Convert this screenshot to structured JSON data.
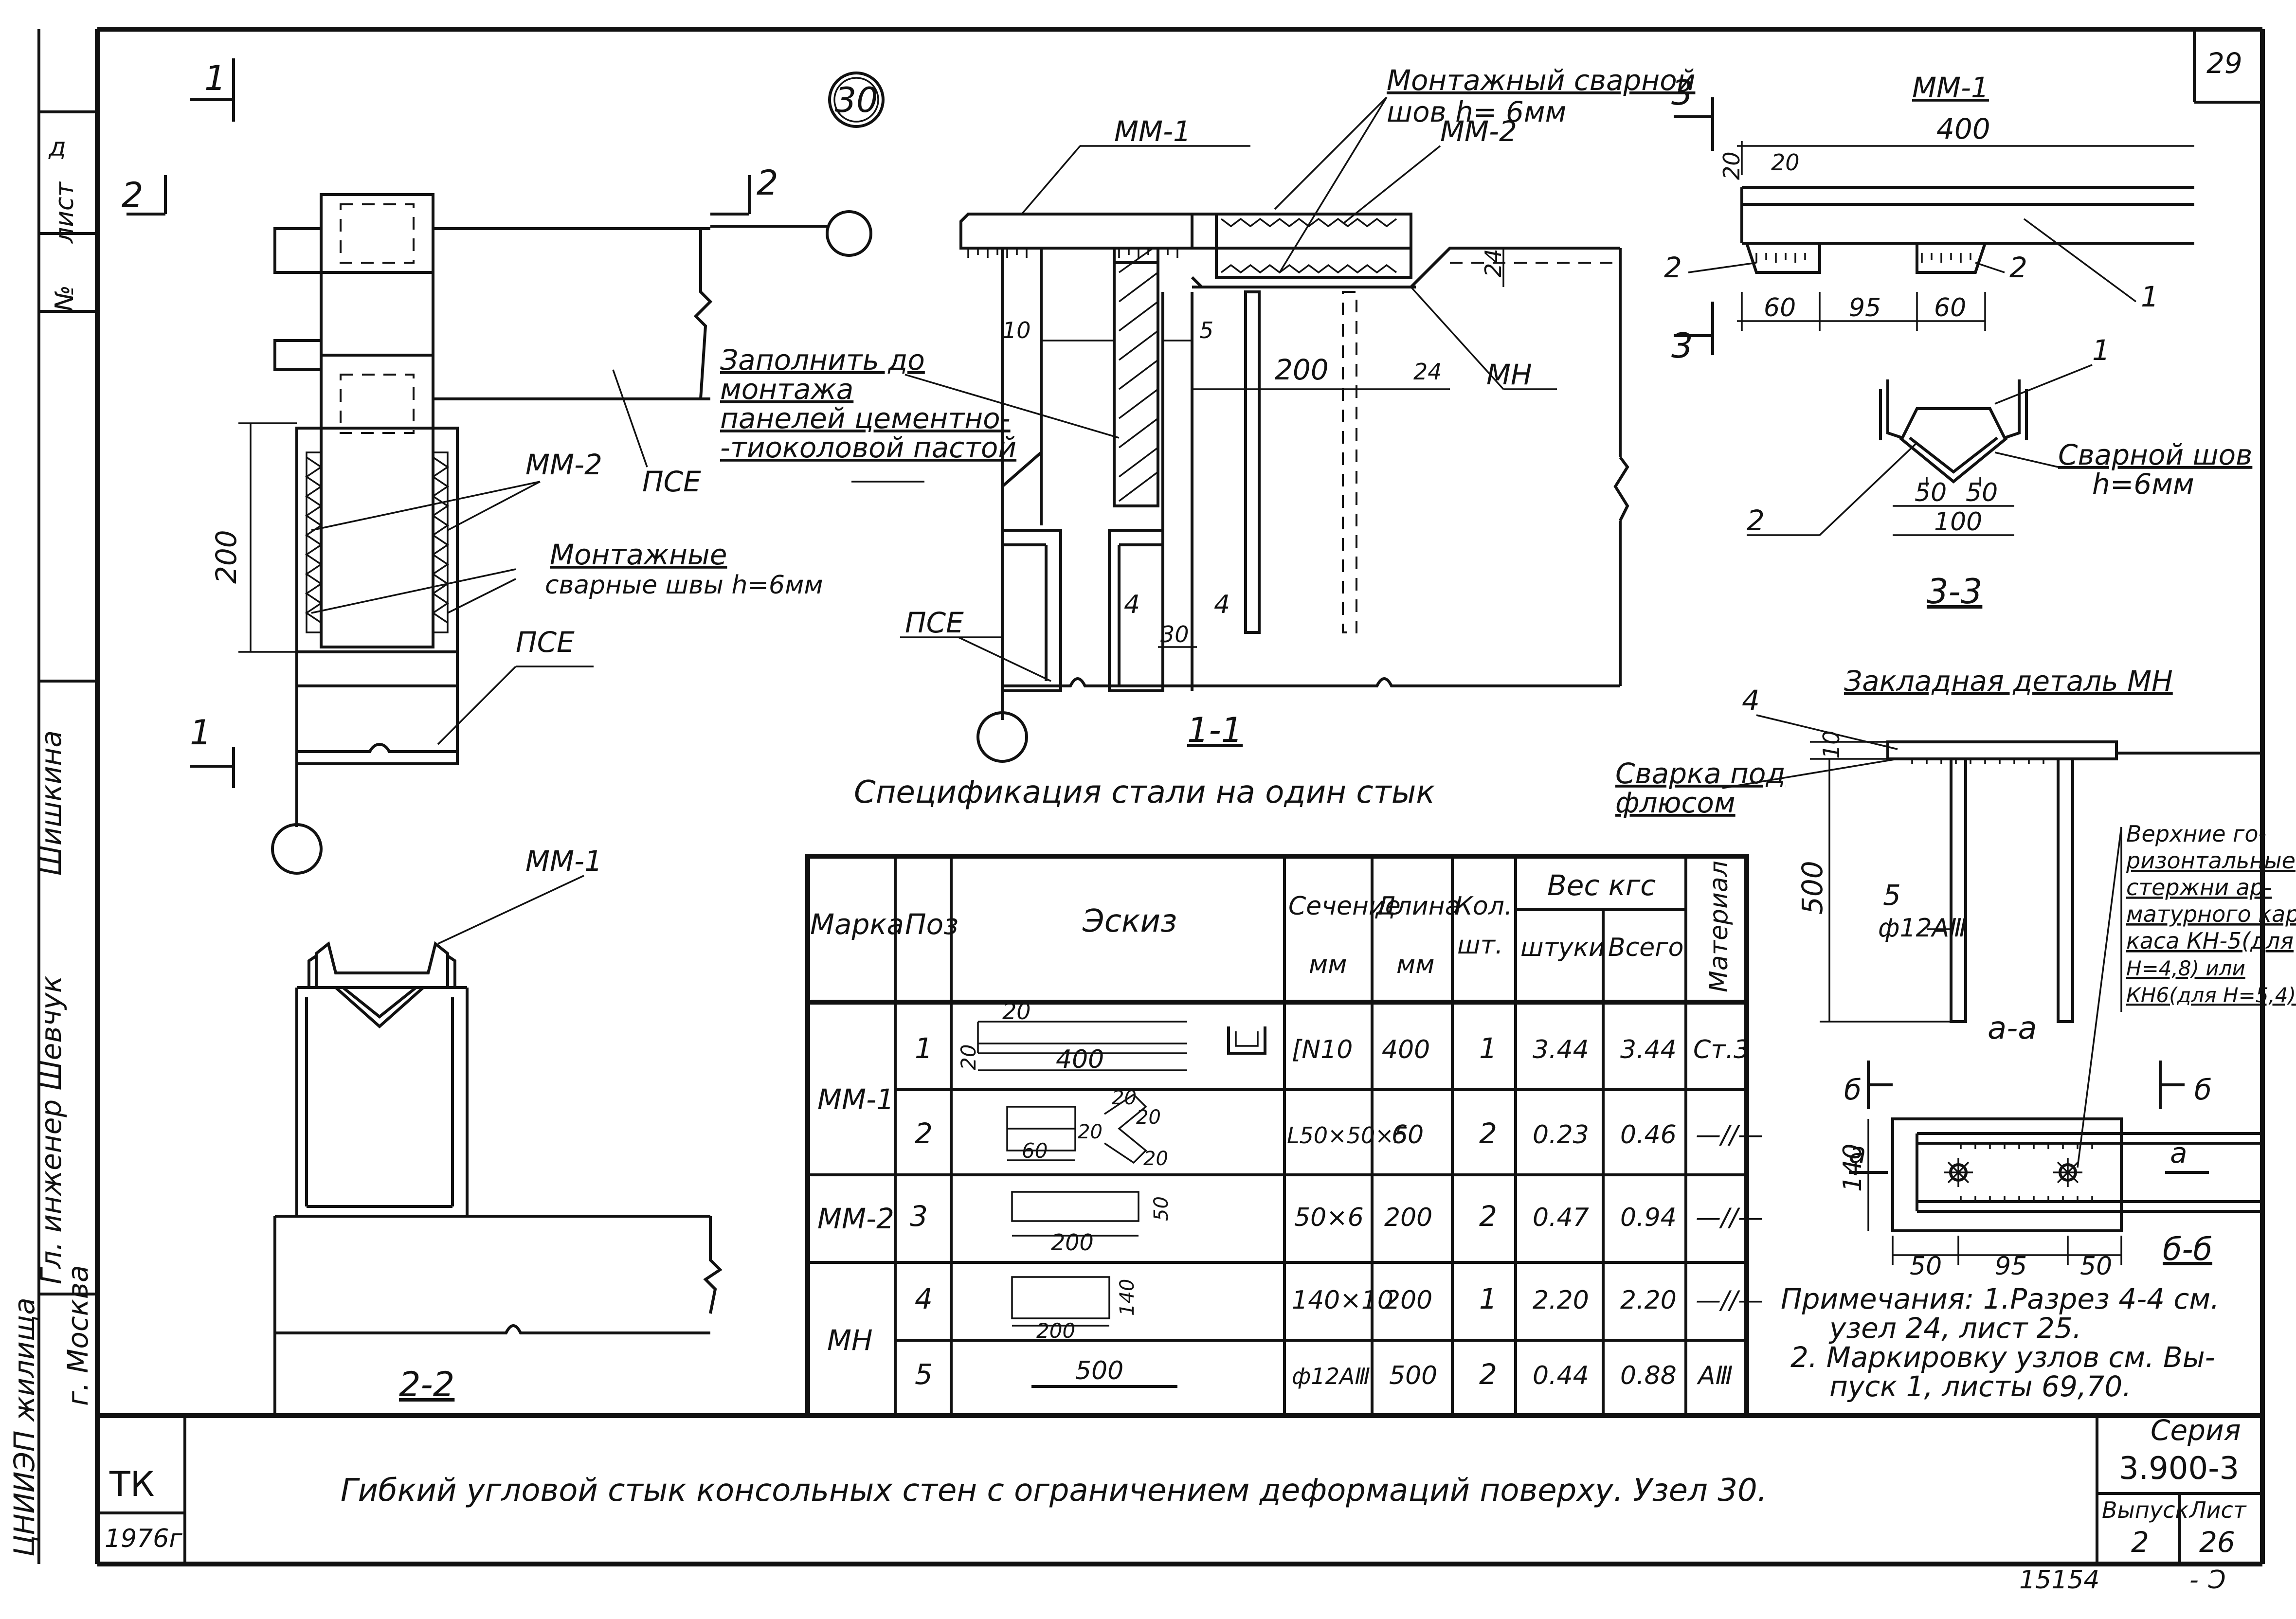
{
  "sheet": {
    "node_number": "30",
    "sheet_number": "29",
    "stamp_page": "15154",
    "stamp_corner": "- Ɔ"
  },
  "side_margin": {
    "label_list": "лист",
    "label_no": "№",
    "label_d": "д",
    "engineer_line": "Гл. инженер Шевчук",
    "signatures": "Шишкина",
    "institute": "ЦНИИЭП жилища",
    "city": "г. Москва"
  },
  "view_2_2": {
    "cut_1": "1",
    "cut_2": "2",
    "mark_mm2": "ММ-2",
    "welds_label_1": "Монтажные",
    "welds_label_2": "сварные швы h=6мм",
    "dim_200": "200",
    "panel_pse_1": "ПСЕ",
    "panel_pse_2": "ПСЕ"
  },
  "view_mm1_small": {
    "mark": "ММ-1",
    "caption": "2-2"
  },
  "section_1_1": {
    "mark_mm1": "ММ-1",
    "weld_note_1": "Монтажный сварной",
    "weld_note_2": "шов h= 6мм",
    "mark_mm2": "ММ-2",
    "cut_3": "3",
    "fill_note": [
      "Заполнить до",
      "монтажа",
      "панелей цементно-",
      "-тиоколовой пастой"
    ],
    "dim_10": "10",
    "dim_5": "5",
    "dim_200": "200",
    "dim_24a": "24",
    "dim_24b": "24",
    "mark_mn": "МН",
    "dim_4a": "4",
    "dim_4b": "4",
    "dim_30": "30",
    "panel_pse": "ПСЕ",
    "caption": "1-1"
  },
  "detail_mm1": {
    "title": "ММ-1",
    "dim_400": "400",
    "dim_20a": "20",
    "dim_20b": "20",
    "pos_2a": "2",
    "pos_2b": "2",
    "pos_1": "1",
    "dim_60a": "60",
    "dim_95": "95",
    "dim_60b": "60",
    "cut_3": "3"
  },
  "section_3_3": {
    "pos_1": "1",
    "pos_2": "2",
    "weld_1": "Сварной шов",
    "weld_2": "h=6мм",
    "dim_50a": "50",
    "dim_50b": "50",
    "dim_100": "100",
    "caption": "3-3"
  },
  "embedded_part": {
    "title": "Закладная деталь МН",
    "pos_4": "4",
    "dim_10": "10",
    "weld_flux_1": "Сварка под",
    "weld_flux_2": "флюсом",
    "dim_500": "500",
    "pos_5": "5",
    "rebar": "ф12АⅢ",
    "note": [
      "Верхние го-",
      "ризонтальные",
      "стержни ар-",
      "матурного кар-",
      "каса КН-5(для",
      "Н=4,8) или",
      "КН6(для Н=5,4)"
    ],
    "section_aa": "а-а",
    "cut_b": "б",
    "cut_a": "а",
    "dim_140": "140",
    "dim_50a": "50",
    "dim_95": "95",
    "dim_50b": "50",
    "section_bb": "б-б"
  },
  "spec": {
    "title": "Спецификация стали на один стык",
    "headers": {
      "mark": "Марка",
      "pos": "Поз",
      "sketch": "Эскиз",
      "section": "Сечение",
      "section_unit": "мм",
      "length": "Длина",
      "length_unit": "мм",
      "qty": "Кол.",
      "qty_unit": "шт.",
      "weight": "Вес кгс",
      "weight_piece": "штуки",
      "weight_total": "Всего",
      "material": "Материал"
    },
    "groups": [
      {
        "mark": "ММ-1",
        "rows": [
          {
            "pos": "1",
            "section": "[N10",
            "length": "400",
            "qty": "1",
            "w_piece": "3.44",
            "w_total": "3.44",
            "material": "Ст.3",
            "sketch": {
              "dims": [
                "20",
                "20",
                "400"
              ]
            }
          },
          {
            "pos": "2",
            "section": "L50×50×5",
            "length": "60",
            "qty": "2",
            "w_piece": "0.23",
            "w_total": "0.46",
            "material": "—//—",
            "sketch": {
              "dims": [
                "60",
                "20",
                "20",
                "20",
                "20"
              ]
            }
          }
        ]
      },
      {
        "mark": "ММ-2",
        "rows": [
          {
            "pos": "3",
            "section": "50×6",
            "length": "200",
            "qty": "2",
            "w_piece": "0.47",
            "w_total": "0.94",
            "material": "—//—",
            "sketch": {
              "dims": [
                "200",
                "50"
              ]
            }
          }
        ]
      },
      {
        "mark": "МН",
        "rows": [
          {
            "pos": "4",
            "section": "140×10",
            "length": "200",
            "qty": "1",
            "w_piece": "2.20",
            "w_total": "2.20",
            "material": "—//—",
            "sketch": {
              "dims": [
                "200",
                "140"
              ]
            }
          },
          {
            "pos": "5",
            "section": "ф12АⅢ",
            "length": "500",
            "qty": "2",
            "w_piece": "0.44",
            "w_total": "0.88",
            "material": "АⅢ",
            "sketch": {
              "dims": [
                "500"
              ]
            }
          }
        ]
      }
    ]
  },
  "notes": [
    "Примечания: 1.Разрез 4-4 см.",
    "узел 24, лист 25.",
    "2. Маркировку узлов см. Вы-",
    "пуск 1, листы 69,70."
  ],
  "title_block": {
    "logo": "ТК",
    "year": "1976г",
    "title": "Гибкий угловой стык консольных стен с ограничением деформаций поверху. Узел 30.",
    "series_label": "Серия",
    "series": "3.900-3",
    "issue_label": "Выпуск",
    "issue": "2",
    "sheet_label": "Лист",
    "sheet": "26"
  }
}
